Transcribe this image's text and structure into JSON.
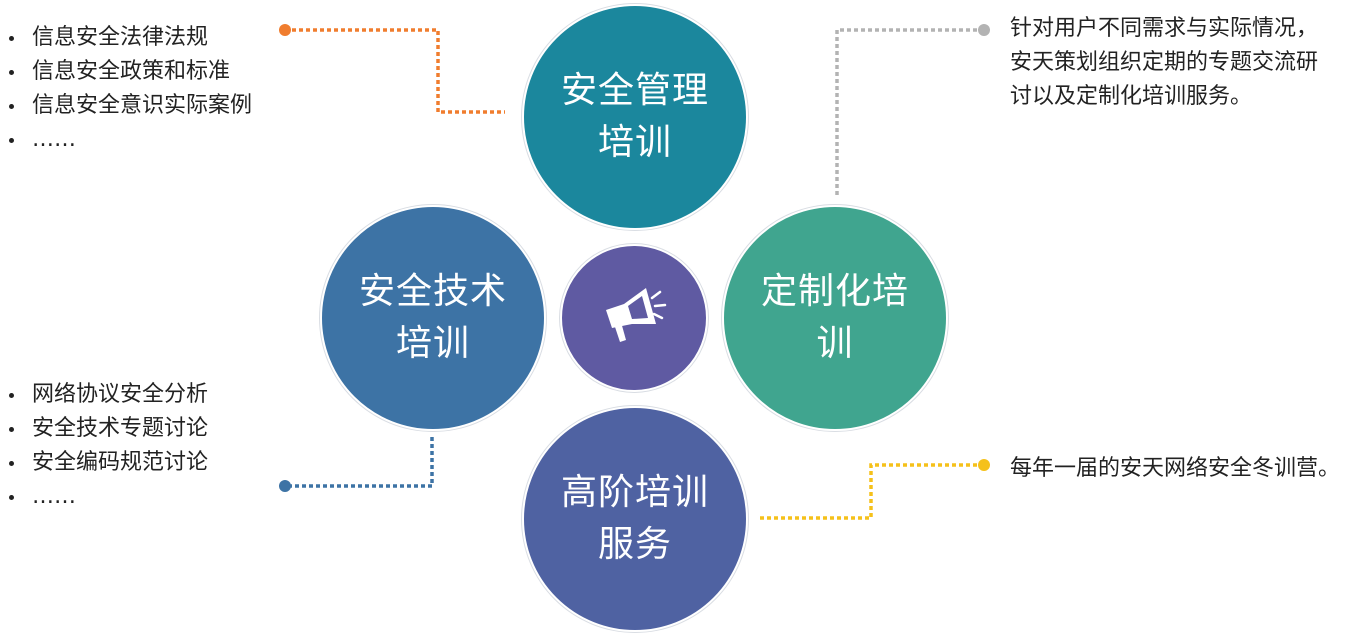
{
  "center": {
    "icon": "megaphone-icon",
    "color": "#5f5aa2"
  },
  "circles": {
    "top": {
      "label": "安全管理\n培训",
      "color": "#1b879d"
    },
    "left": {
      "label": "安全技术\n培训",
      "color": "#3d73a5"
    },
    "right": {
      "label": "定制化培\n训",
      "color": "#40a58f"
    },
    "bottom": {
      "label": "高阶培训\n服务",
      "color": "#4f62a2"
    }
  },
  "top_list": {
    "items": [
      "信息安全法律法规",
      "信息安全政策和标准",
      "信息安全意识实际案例",
      "……"
    ],
    "connector_color": "#f07d2e"
  },
  "bottom_list": {
    "items": [
      "网络协议安全分析",
      "安全技术专题讨论",
      "安全编码规范讨论",
      "……"
    ],
    "connector_color": "#3d73a5"
  },
  "right_desc": {
    "lines": [
      "针对用户不同需求与实际情况，",
      "安天策划组织定期的专题交流研",
      "讨以及定制化培训服务。"
    ],
    "connector_color": "#b3b3b3"
  },
  "bottom_desc": {
    "text": "每年一届的安天网络安全冬训营。",
    "connector_color": "#f5c11a"
  }
}
